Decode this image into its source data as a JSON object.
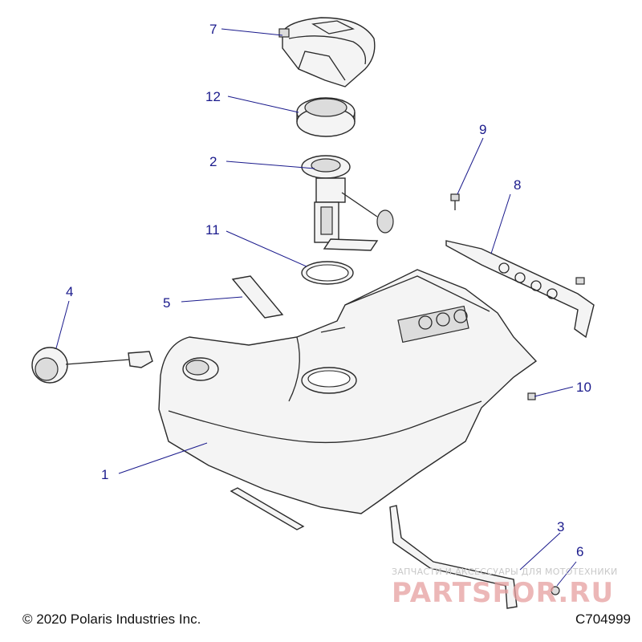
{
  "callouts": [
    {
      "id": "1",
      "label": "1"
    },
    {
      "id": "2",
      "label": "2"
    },
    {
      "id": "3",
      "label": "3"
    },
    {
      "id": "4",
      "label": "4"
    },
    {
      "id": "5",
      "label": "5"
    },
    {
      "id": "6",
      "label": "6"
    },
    {
      "id": "7",
      "label": "7"
    },
    {
      "id": "8",
      "label": "8"
    },
    {
      "id": "9",
      "label": "9"
    },
    {
      "id": "10",
      "label": "10"
    },
    {
      "id": "11",
      "label": "11"
    },
    {
      "id": "12",
      "label": "12"
    }
  ],
  "footer": {
    "copyright": "© 2020 Polaris Industries Inc.",
    "code": "C704999"
  },
  "watermark": {
    "tagline": "ЗАПЧАСТИ И АКСЕССУАРЫ ДЛЯ МОТОТЕХНИКИ",
    "brand": "PARTSFOR.RU"
  },
  "colors": {
    "callout": "#1a1a8c",
    "linework": "#2a2a2a",
    "watermark_brand": "#e6a0a0"
  }
}
